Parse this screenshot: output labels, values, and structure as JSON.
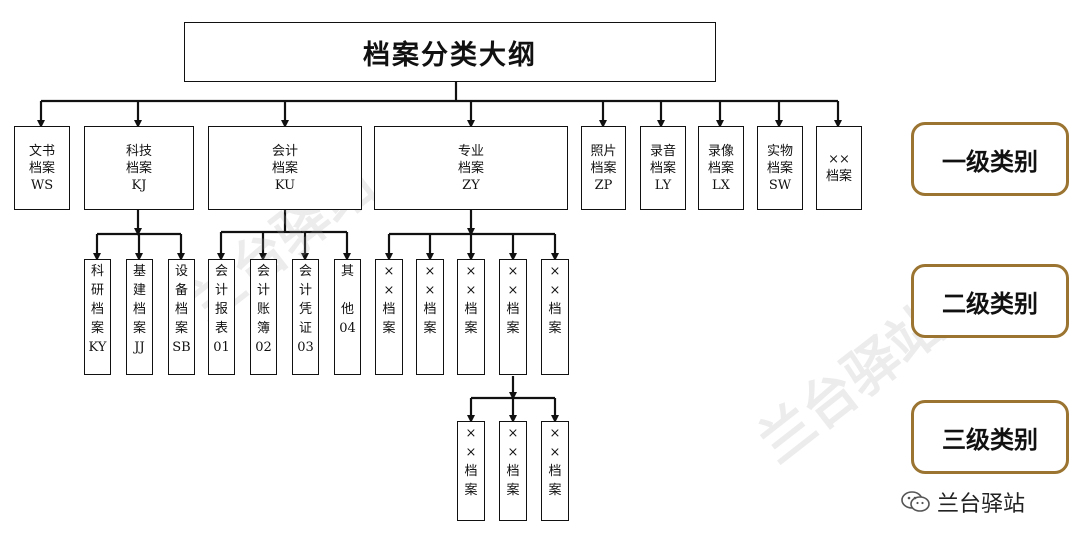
{
  "title": "档案分类大纲",
  "level_labels": {
    "level1": "一级类别",
    "level2": "二级类别",
    "level3": "三级类别"
  },
  "level1": [
    {
      "label": "文书\n档案\nWS"
    },
    {
      "label": "科技\n档案\nKJ"
    },
    {
      "label": "会计\n档案\nKU"
    },
    {
      "label": "专业\n档案\nZY"
    },
    {
      "label": "照片\n档案\nZP"
    },
    {
      "label": "录音\n档案\nLY"
    },
    {
      "label": "录像\n档案\nLX"
    },
    {
      "label": "实物\n档案\nSW"
    },
    {
      "label": "××\n档案"
    }
  ],
  "level2_kj": [
    {
      "label": "科\n研\n档\n案\nKY"
    },
    {
      "label": "基\n建\n档\n案\nJJ"
    },
    {
      "label": "设\n备\n档\n案\nSB"
    }
  ],
  "level2_ku": [
    {
      "label": "会\n计\n报\n表\n01"
    },
    {
      "label": "会\n计\n账\n簿\n02"
    },
    {
      "label": "会\n计\n凭\n证\n03"
    },
    {
      "label": "其\n\n他\n04"
    }
  ],
  "level2_zy": [
    {
      "label": "×\n×\n档\n案"
    },
    {
      "label": "×\n×\n档\n案"
    },
    {
      "label": "×\n×\n档\n案"
    },
    {
      "label": "×\n×\n档\n案"
    },
    {
      "label": "×\n×\n档\n案"
    }
  ],
  "level3": [
    {
      "label": "×\n×\n档\n案"
    },
    {
      "label": "×\n×\n档\n案"
    },
    {
      "label": "×\n×\n档\n案"
    }
  ],
  "footer": {
    "brand": "兰台驿站",
    "icon": "wechat-icon"
  },
  "colors": {
    "pill_border": "#9a7430",
    "line": "#111111"
  }
}
